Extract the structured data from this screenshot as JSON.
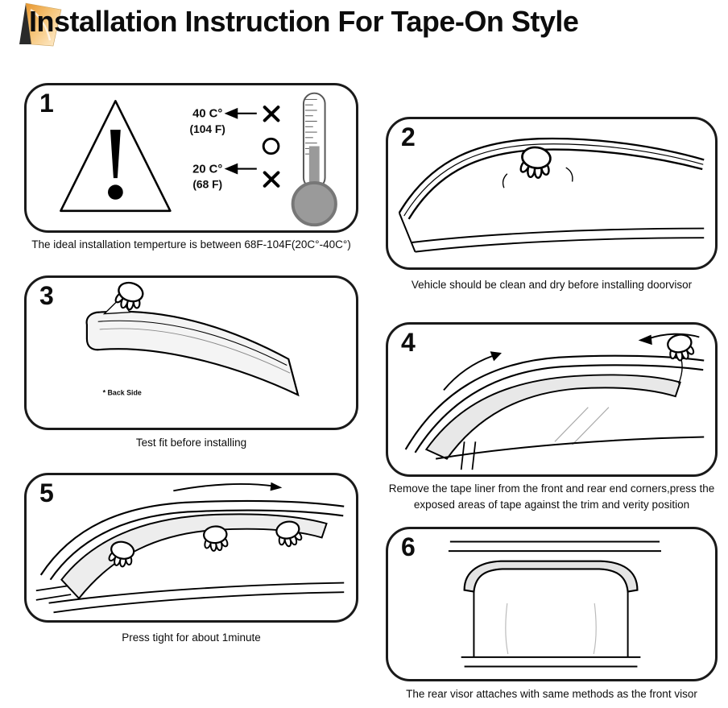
{
  "colors": {
    "accent_orange": "#F2A33C",
    "ink": "#111111",
    "thermometer_fill": "#9a9a9a",
    "visor_fill": "#e8e8e8"
  },
  "icons": {
    "header": "folded-page-icon",
    "panel1_warning": "warning-triangle-icon",
    "panel1_thermometer": "thermometer-icon",
    "panel1_cross": "x-mark-icon",
    "panel1_ok": "circle-ok-icon",
    "hands": "hand-glove-icon"
  },
  "header": {
    "title": "Installation Instruction For Tape-On Style"
  },
  "steps": [
    {
      "number": "1",
      "caption": "The ideal installation temperture is between 68F-104F(20C°-40C°)"
    },
    {
      "number": "2",
      "caption": "Vehicle should be clean and dry before installing doorvisor"
    },
    {
      "number": "3",
      "caption": "Test fit before installing"
    },
    {
      "number": "4",
      "caption": "Remove the tape liner from the front and rear end corners,press the exposed areas of tape against the trim and verity position"
    },
    {
      "number": "5",
      "caption": "Press tight for about 1minute"
    },
    {
      "number": "6",
      "caption": "The rear visor attaches with same methods as the front visor"
    }
  ],
  "panel1": {
    "temp_high_c": "40 C°",
    "temp_high_f": "(104 F)",
    "temp_low_c": "20 C°",
    "temp_low_f": "(68 F)"
  },
  "panel3": {
    "back_side": "* Back Side"
  }
}
